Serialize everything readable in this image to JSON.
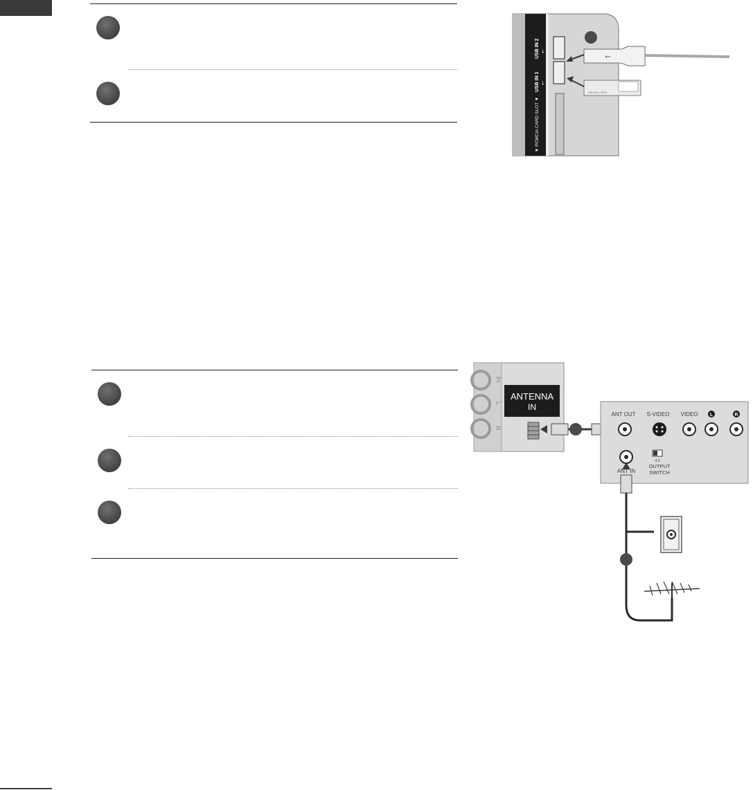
{
  "usb_section": {
    "steps": [
      {
        "marker": "step-1"
      },
      {
        "marker": "step-2"
      }
    ],
    "diagram": {
      "port_labels": [
        "USB IN 2",
        "USB IN 1",
        "▼ PCMCIA CARD SLOT ▼"
      ],
      "usb_symbol": "⭠",
      "device_label": "Memory Stick"
    }
  },
  "antenna_section": {
    "steps": [
      {
        "marker": "step-1"
      },
      {
        "marker": "step-2"
      },
      {
        "marker": "step-3"
      }
    ],
    "diagram": {
      "tv_rca_labels": [
        "Pr",
        "L",
        "R"
      ],
      "antenna_label_line1": "ANTENNA",
      "antenna_label_line2": "IN",
      "device_labels": {
        "ant_out": "ANT OUT",
        "s_video": "S-VIDEO",
        "video": "VIDEO",
        "audio_l": "L",
        "audio_r": "R",
        "ant_in": "ANT IN",
        "output_switch_line1": "OUTPUT",
        "output_switch_line2": "SWITCH",
        "switch_ch": "4   3"
      }
    }
  }
}
